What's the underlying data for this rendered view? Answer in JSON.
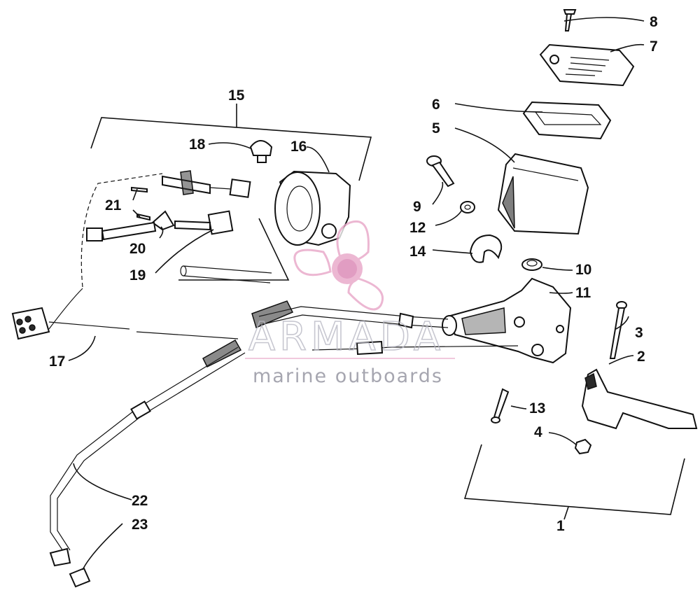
{
  "watermark": {
    "brand": "ARMADA",
    "tagline": "marine outboards",
    "colors": {
      "pink": "#e7a3c6",
      "pink_dark": "#d76ea9",
      "gray": "#9a9aa6"
    }
  },
  "callouts": [
    "1",
    "2",
    "3",
    "4",
    "5",
    "6",
    "7",
    "8",
    "9",
    "10",
    "11",
    "12",
    "13",
    "14",
    "15",
    "16",
    "17",
    "18",
    "19",
    "20",
    "21",
    "22",
    "23"
  ]
}
